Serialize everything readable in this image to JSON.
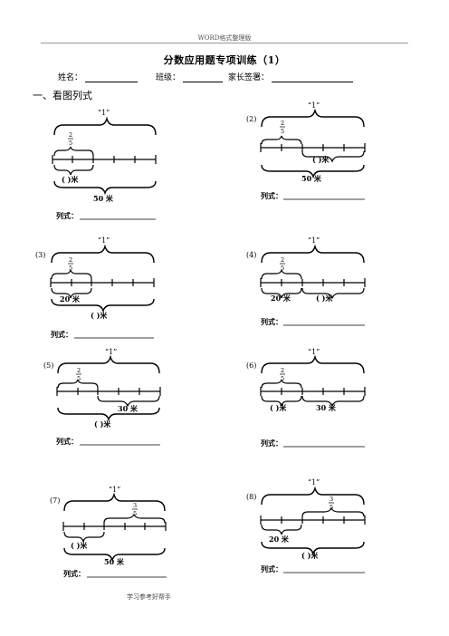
{
  "header": {
    "text": "WORD格式整理版"
  },
  "title": "分数应用题专项训练（1）",
  "info": {
    "name_label": "姓名：",
    "class_label": "班级：",
    "parent_label": "家长签署："
  },
  "section_title": "一、看图列式",
  "whole_label": "“1”",
  "fraction": {
    "num2": "2",
    "num3": "3",
    "den": "5"
  },
  "expr_label": "列式：",
  "problems": [
    {
      "num": "",
      "a": "( )米",
      "b": "50 米"
    },
    {
      "num": "(2)",
      "a": "( )米",
      "b": "50 米"
    },
    {
      "num": "(3)",
      "a": "20 米",
      "b": "( )米"
    },
    {
      "num": "(4)",
      "a": "20 米",
      "b": "( )米"
    },
    {
      "num": "(5)",
      "a": "30 米",
      "b": "( )米"
    },
    {
      "num": "(6)",
      "a": "( )米",
      "b": "30 米"
    },
    {
      "num": "(7)",
      "a": "( )米",
      "b": "50 米"
    },
    {
      "num": "(8)",
      "a": "20 米",
      "b": "( )米"
    }
  ],
  "footer": {
    "text": "学习参考好帮手"
  }
}
